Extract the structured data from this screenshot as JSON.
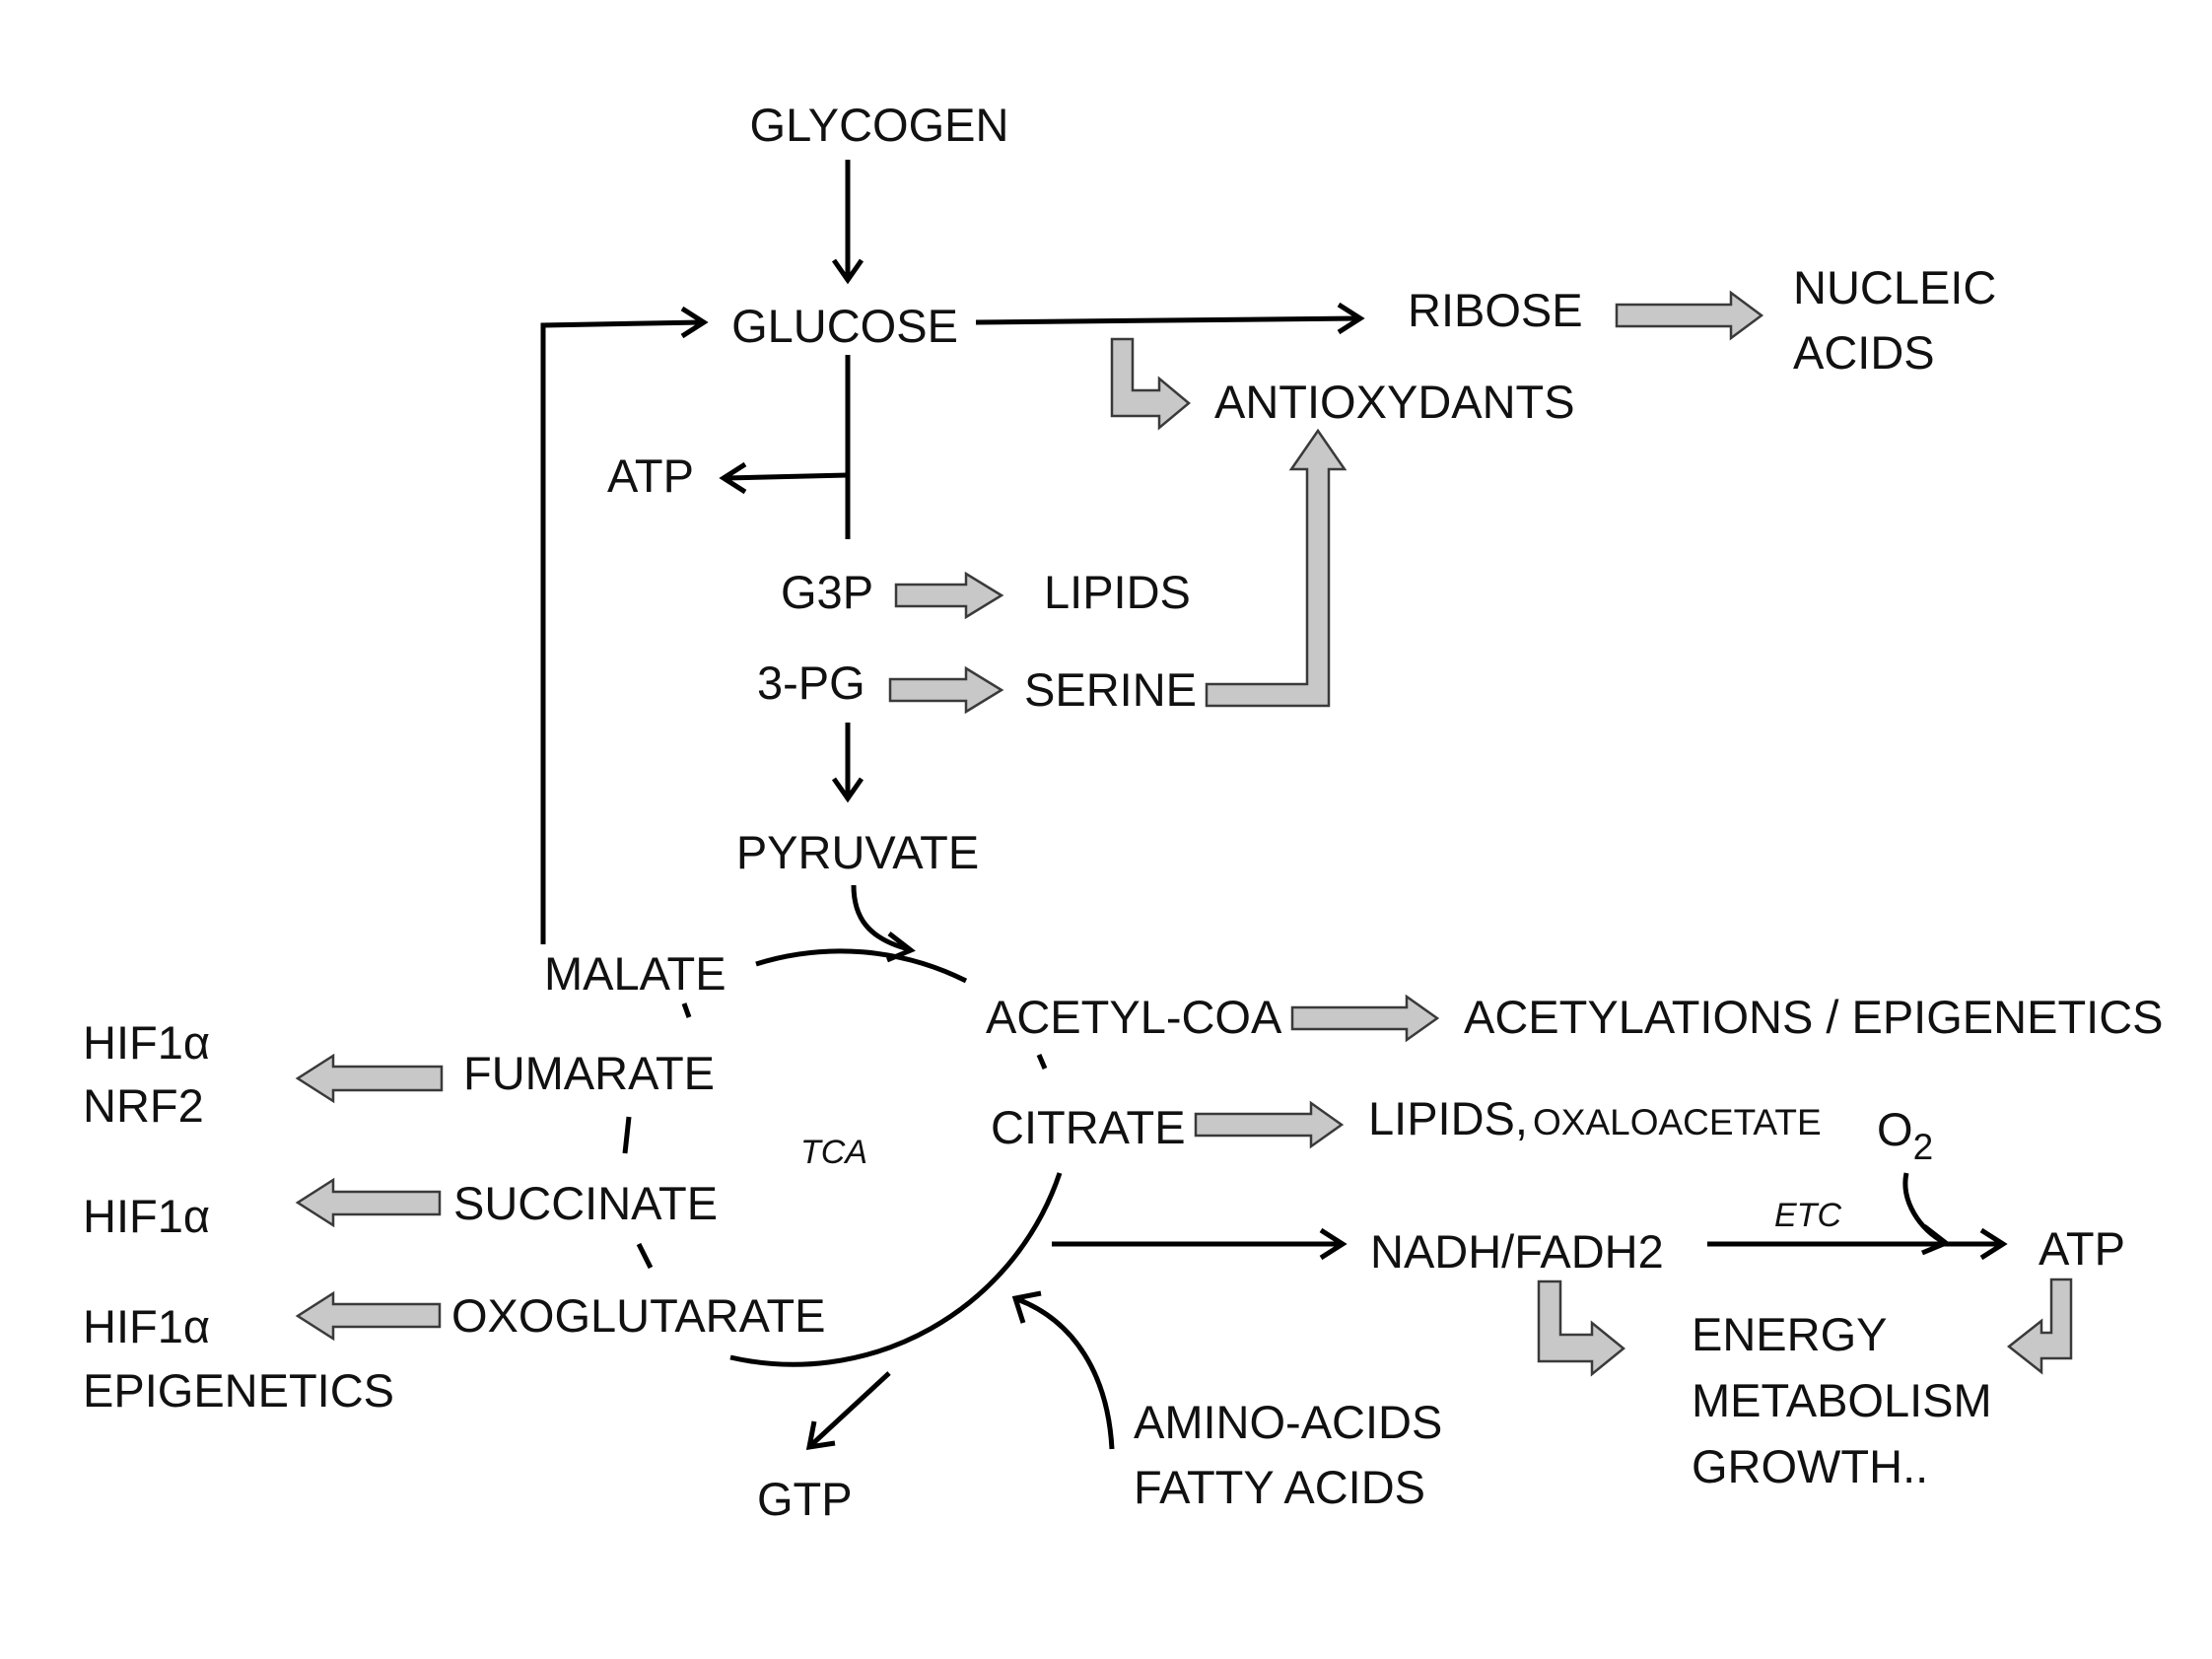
{
  "labels": {
    "glycogen": "GLYCOGEN",
    "glucose": "GLUCOSE",
    "ribose": "RIBOSE",
    "nucleic_1": "NUCLEIC",
    "nucleic_2": "ACIDS",
    "antioxydants": "ANTIOXYDANTS",
    "atp_top": "ATP",
    "g3p": "G3P",
    "lipids": "LIPIDS",
    "pg3": "3-PG",
    "serine": "SERINE",
    "pyruvate": "PYRUVATE",
    "malate": "MALATE",
    "acetyl_coa": "ACETYL-COA",
    "acetylations": "ACETYLATIONS / EPIGENETICS",
    "fumarate": "FUMARATE",
    "hif1a_1": "HIF1α",
    "nrf2": "NRF2",
    "citrate": "CITRATE",
    "lipids_oxalo_1": "LIPIDS, ",
    "lipids_oxalo_2": "OXALOACETATE",
    "o2_main": "O",
    "o2_sub": "2",
    "tca": "TCA",
    "succinate": "SUCCINATE",
    "hif1a_2": "HIF1α",
    "etc": "ETC",
    "nadh": "NADH/FADH2",
    "atp_right": "ATP",
    "oxoglutarate": "OXOGLUTARATE",
    "hif1a_3": "HIF1α",
    "epigenetics": "EPIGENETICS",
    "energy_1": "ENERGY",
    "energy_2": "METABOLISM",
    "energy_3": "GROWTH..",
    "amino_acids": "AMINO-ACIDS",
    "fatty_acids": "FATTY ACIDS",
    "gtp": "GTP"
  }
}
